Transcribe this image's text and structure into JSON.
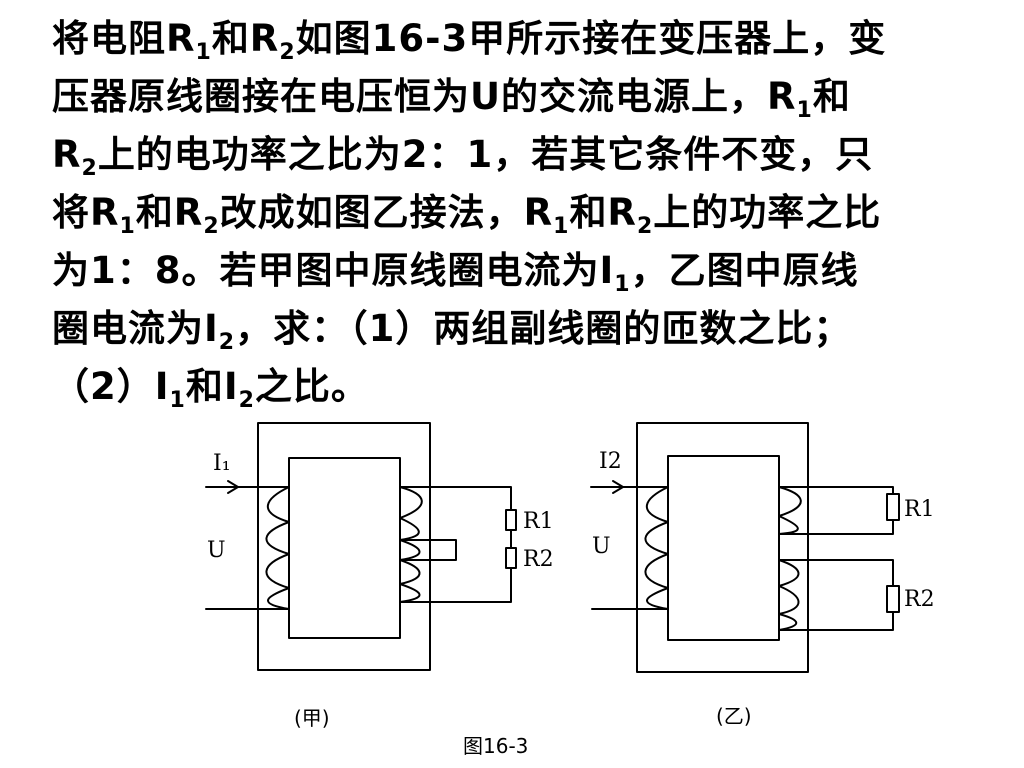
{
  "problem": {
    "l1": [
      "将电阻R",
      "1",
      "和R",
      "2",
      "如图16-3甲所示接在变压器上，变"
    ],
    "l2": [
      "压器原线圈接在电压恒为U的交流电源上，R",
      "1",
      "和"
    ],
    "l3": [
      "R",
      "2",
      "上的电功率之比为2：1，若其它条件不变，只"
    ],
    "l4": [
      "将R",
      "1",
      "和R",
      "2",
      "改成如图乙接法，R",
      "1",
      "和R",
      "2",
      "上的功率之比"
    ],
    "l5": [
      "为1：8。若甲图中原线圈电流为I",
      "1",
      "，乙图中原线"
    ],
    "l6": [
      "圈电流为I",
      "2",
      "，求：（1）两组副线圈的匝数之比；"
    ],
    "l7": [
      "（2）I",
      "1",
      "和I",
      "2",
      "之比。"
    ]
  },
  "figure": {
    "left": {
      "current": "I₁",
      "voltage": "U",
      "r1": "R1",
      "r2": "R2",
      "caption": "(甲)"
    },
    "right": {
      "current": "I2",
      "voltage": "U",
      "r1": "R1",
      "r2": "R2",
      "caption": "(乙)"
    },
    "caption": "图16-3"
  }
}
